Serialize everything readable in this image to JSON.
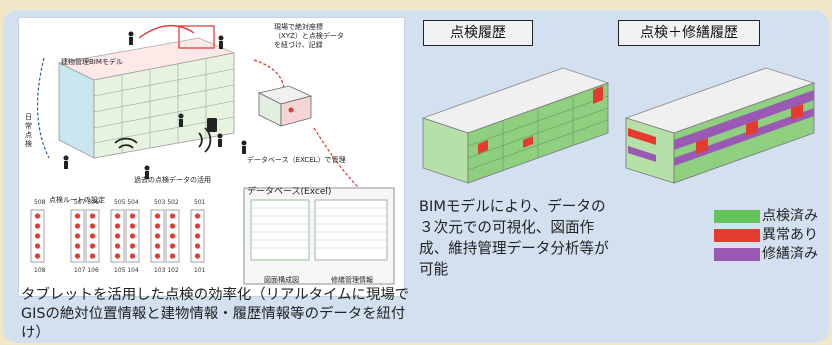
{
  "diagram": {
    "bim_model_label": "建物管理BIMモデル",
    "coord_note": "現場で絶対座標\n（XYZ）と点検データ\nを紐づけ、記録",
    "db_manage_label": "データベース（EXCEL）で管理",
    "route_label": "点検ルートの設定",
    "past_data_label": "過去の点検データの活用",
    "db_panel_title": "データベース(Excel)",
    "floor_plan_label": "図面構成図",
    "history_label": "修繕管理情報",
    "side_label": "日常点検",
    "room_numbers_top": [
      "508",
      "507 506",
      "505 504",
      "503 502",
      "501"
    ],
    "room_numbers_bottom": [
      "108",
      "107 106",
      "105 104",
      "103 102",
      "101"
    ]
  },
  "left_caption": "タブレットを活用した点検の効率化（リアルタイムに現場でGISの絶対位置情報と建物情報・履歴情報等のデータを紐付け）",
  "inspection_history_title": "点検履歴",
  "inspection_repair_title": "点検＋修繕履歴",
  "mid_caption": "BIMモデルにより、データの３次元での可視化、図面作成、維持管理データ分析等が可能",
  "legend": [
    {
      "label": "点検済み",
      "color": "#66c25a"
    },
    {
      "label": "異常あり",
      "color": "#e53b2f"
    },
    {
      "label": "修繕済み",
      "color": "#9a5ab4"
    }
  ],
  "colors": {
    "background": "#f3e7c9",
    "panel": "#d3e0f0",
    "building_green": "#8fcf80",
    "building_roof": "#eeeeee",
    "anomaly": "#e53b2f",
    "repaired": "#9a5ab4"
  }
}
